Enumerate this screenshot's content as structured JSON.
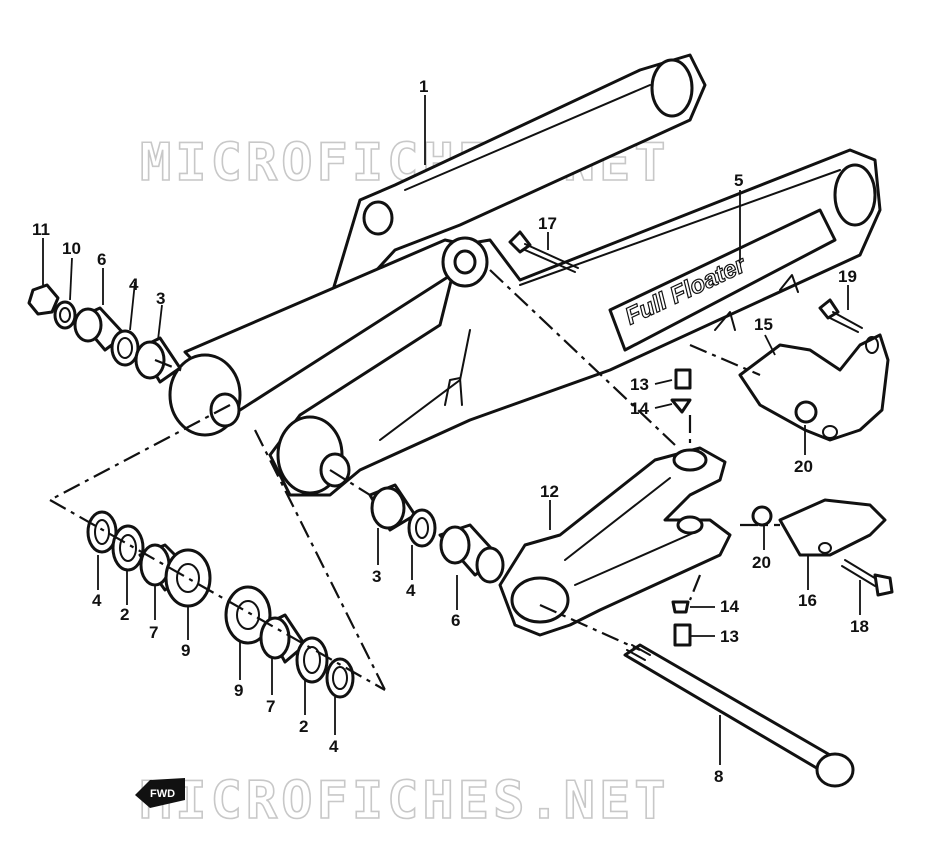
{
  "watermarks": [
    "MICROFICHES.NET",
    "MICROFICHES.NET"
  ],
  "fwd_badge": "FWD",
  "decal_text": "Full Floater",
  "callouts": [
    {
      "label": "1"
    },
    {
      "label": "5"
    },
    {
      "label": "17"
    },
    {
      "label": "11"
    },
    {
      "label": "10"
    },
    {
      "label": "6"
    },
    {
      "label": "4"
    },
    {
      "label": "3"
    },
    {
      "label": "19"
    },
    {
      "label": "15"
    },
    {
      "label": "13"
    },
    {
      "label": "14"
    },
    {
      "label": "20"
    },
    {
      "label": "12"
    },
    {
      "label": "4"
    },
    {
      "label": "2"
    },
    {
      "label": "7"
    },
    {
      "label": "9"
    },
    {
      "label": "3"
    },
    {
      "label": "4"
    },
    {
      "label": "6"
    },
    {
      "label": "20"
    },
    {
      "label": "16"
    },
    {
      "label": "18"
    },
    {
      "label": "14"
    },
    {
      "label": "13"
    },
    {
      "label": "9"
    },
    {
      "label": "7"
    },
    {
      "label": "2"
    },
    {
      "label": "4"
    },
    {
      "label": "8"
    }
  ]
}
